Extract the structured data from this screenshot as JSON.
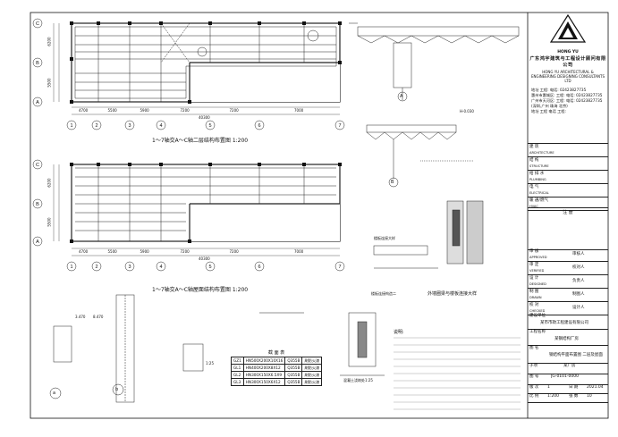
{
  "plans": [
    {
      "caption": "1～7轴交A～C轴二层结构布置图 1:200"
    },
    {
      "caption": "1～7轴交A～C轴屋面结构布置图 1:200"
    }
  ],
  "dimensions": {
    "spans": [
      "4700",
      "5500",
      "5900",
      "7200",
      "7200",
      "7000"
    ],
    "total": "40300",
    "bays": [
      "6200",
      "5500"
    ]
  },
  "grid_columns": [
    "1",
    "2",
    "3",
    "4",
    "5",
    "6",
    "7"
  ],
  "grid_rows": [
    "A",
    "B",
    "C"
  ],
  "details": {
    "elevation_a": "H-0.030",
    "caption_main": "外墙圈梁与楼板连接大样",
    "caption_slab": "楼板连接大样",
    "caption_pour": "混凝土浇筑处1:25",
    "caption_side": "楼板连接构造二",
    "marker_a": "a",
    "marker_b": "b",
    "circle_a": "A",
    "circle_b": "B",
    "level_1": "3.470",
    "level_2": "8.470",
    "scale_1": "1:25"
  },
  "section_table": {
    "title": "截 面 表",
    "rows": [
      [
        "GZ1",
        "HN500X200X10X16",
        "Q355B",
        "刷防火漆"
      ],
      [
        "GL1",
        "HN400X200X8X12",
        "Q355B",
        "刷防火漆"
      ],
      [
        "GL2",
        "HN300X150X6.5X9",
        "Q355B",
        "刷防火漆"
      ],
      [
        "GL3",
        "HN300X150X6X12",
        "Q355B",
        "刷防火漆"
      ]
    ]
  },
  "notes_label": "说明:",
  "title_block": {
    "logo_text": "HONG YU",
    "company_cn": "广东鸿宇建筑与工程设计顾问有限公司",
    "company_en": "HONG YU ARCHITECTURAL & ENGINEERING DESIGNING CONSULTANTS LTD",
    "contacts": [
      "地址 工程: 电话: 02423827735",
      "惠州市惠城区: 工程: 电话: 02423827735",
      "广州市天河区: 工程: 电话: 02423827735",
      "(深圳,广州 珠海 北京)",
      "地址 工程 电话 工程:"
    ],
    "approval_rows": [
      {
        "cn": "建 筑",
        "en": "ARCHITECTURE"
      },
      {
        "cn": "结 构",
        "en": "STRUCTURE"
      },
      {
        "cn": "给 排 水",
        "en": "PLUMBING"
      },
      {
        "cn": "电 气",
        "en": "ELECTRICAL"
      },
      {
        "cn": "暖 通/燃气",
        "en": "HVAC"
      }
    ],
    "stamp_label": "注 册",
    "sign_rows": [
      {
        "cn": "审 核",
        "en": "APPROVED",
        "right": "审核人"
      },
      {
        "cn": "审 定",
        "en": "VERIFIED",
        "right": "校对人"
      },
      {
        "cn": "设 计",
        "en": "DESIGNED",
        "right": "负责人"
      },
      {
        "cn": "制 图",
        "en": "DRAWN",
        "right": "制图人"
      },
      {
        "cn": "校 对",
        "en": "CHECKED",
        "right": "设计人"
      }
    ],
    "project_owner_label": "建设单位",
    "project_owner": "某市市政工程建设有限公司",
    "project_name_label": "工程名称",
    "project_name": "某钢结构厂房",
    "drawing_title_label": "图 名",
    "drawing_title": "钢结构平面布置图 二层及屋面",
    "sub_number_label": "子项",
    "sub_number": "某厂房",
    "drawing_no_label": "图 号",
    "drawing_no": "JG-0101-0000",
    "version_label": "版 次",
    "version": "1",
    "date_label": "日 期",
    "date": "2021.04",
    "scale_label": "比 例",
    "scale": "1:200",
    "sheet_label": "张 数",
    "sheet": "10"
  }
}
